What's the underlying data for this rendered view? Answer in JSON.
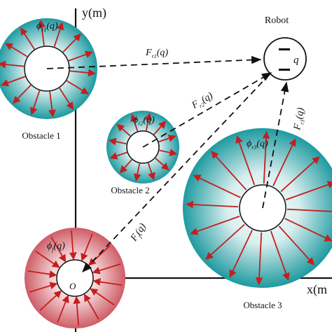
{
  "axes": {
    "y_label": "y(m)",
    "x_label": "x(m",
    "origin_label": "O"
  },
  "robot": {
    "label": "Robot",
    "state_label": "q"
  },
  "obstacles": [
    {
      "label": "Obstacle 1",
      "phi": {
        "sym": "ϕ",
        "sub": "r1",
        "arg": "(q)"
      }
    },
    {
      "label": "Obstacle 2",
      "phi": {
        "sym": "ϕ",
        "sub": "r2",
        "arg": "(q)"
      }
    },
    {
      "label": "Obstacle 3",
      "phi": {
        "sym": "ϕ",
        "sub": "r3",
        "arg": "(q)"
      }
    }
  ],
  "goal": {
    "phi": {
      "sym": "ϕ",
      "sub": "f",
      "arg": "(q)"
    }
  },
  "forces": [
    {
      "sym": "F",
      "sub": "r1",
      "arg": "(q)"
    },
    {
      "sym": "F",
      "sub": "r2",
      "arg": "(q)"
    },
    {
      "sym": "F",
      "sub": "r3",
      "arg": "(q)"
    },
    {
      "sym": "F",
      "sub": "f",
      "arg": "(q)"
    }
  ],
  "colors": {
    "repulsive_field": "#1e9aa0",
    "attractive_field": "#d9707a",
    "arrow": "#c41e1e",
    "line": "#111111"
  }
}
